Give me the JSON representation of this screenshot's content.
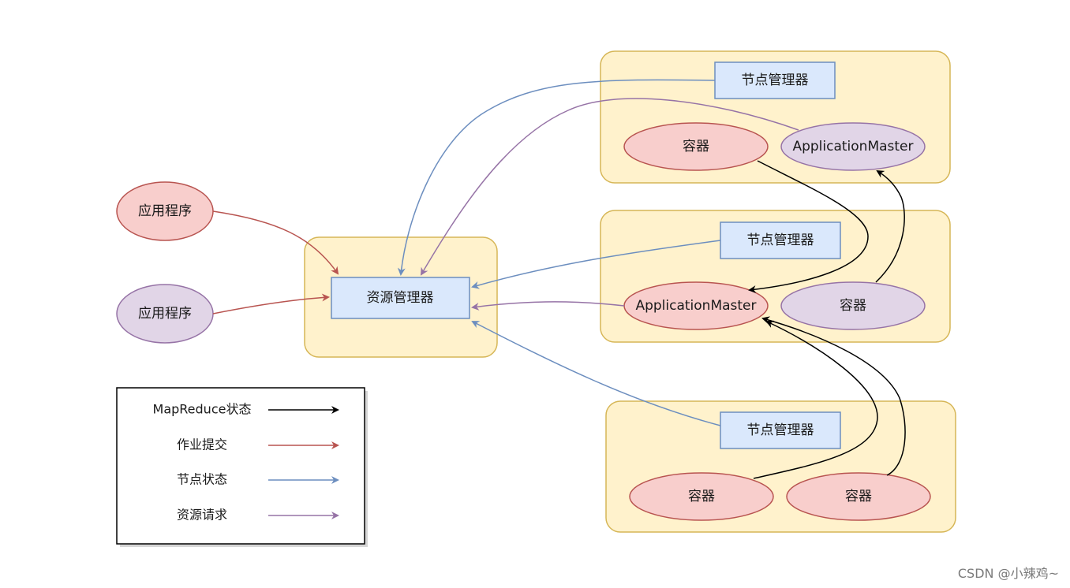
{
  "diagram": {
    "resource_manager": "资源管理器",
    "applications": [
      "应用程序",
      "应用程序"
    ],
    "node1": {
      "node_manager": "节点管理器",
      "container": "容器",
      "app_master": "ApplicationMaster"
    },
    "node2": {
      "node_manager": "节点管理器",
      "app_master": "ApplicationMaster",
      "container": "容器"
    },
    "node3": {
      "node_manager": "节点管理器",
      "container_a": "容器",
      "container_b": "容器"
    }
  },
  "legend": {
    "items": [
      {
        "label": "MapReduce状态",
        "color": "#000000"
      },
      {
        "label": "作业提交",
        "color": "#b85450"
      },
      {
        "label": "节点状态",
        "color": "#6c8ebf"
      },
      {
        "label": "资源请求",
        "color": "#9673a6"
      }
    ]
  },
  "colors": {
    "node_fill": "#fff2cc",
    "node_stroke": "#d6b656",
    "box_fill": "#dae8fc",
    "box_stroke": "#6c8ebf",
    "red_fill": "#f8cecc",
    "red_stroke": "#b85450",
    "purple_fill": "#e1d5e7",
    "purple_stroke": "#9673a6"
  },
  "watermark": "CSDN @小辣鸡~"
}
